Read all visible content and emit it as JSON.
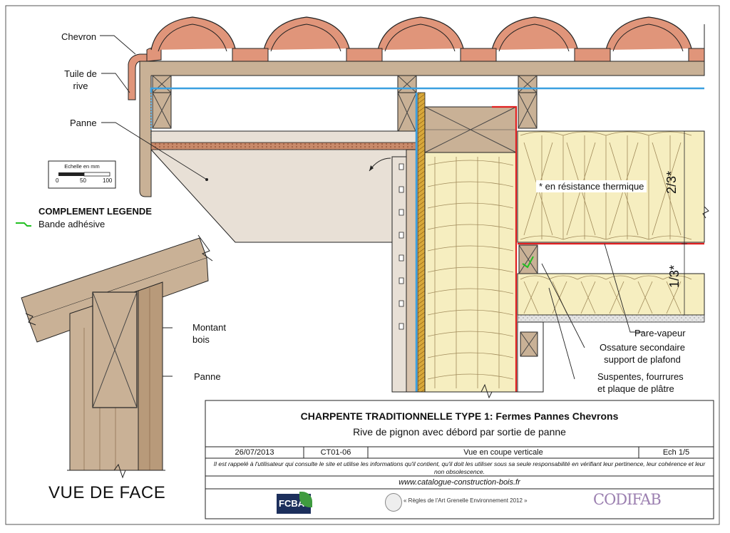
{
  "labels": {
    "chevron": "Chevron",
    "tuile_de_rive_1": "Tuile de",
    "tuile_de_rive_2": "rive",
    "panne_top": "Panne",
    "resistance": "* en résistance thermique",
    "ratio_2_3": "2/3*",
    "ratio_1_3": "1/3*",
    "complement_title": "COMPLEMENT LEGENDE",
    "bande_adhesive": "Bande adhésive",
    "montant_bois_1": "Montant",
    "montant_bois_2": "bois",
    "panne_face": "Panne",
    "pare_vapeur": "Pare-vapeur",
    "ossature_1": "Ossature secondaire",
    "ossature_2": "support de plafond",
    "suspentes_1": "Suspentes, fourrures",
    "suspentes_2": "et plaque de plâtre",
    "vue_de_face": "VUE DE FACE"
  },
  "scale": {
    "title": "Echelle en mm",
    "ticks": [
      "0",
      "50",
      "100"
    ]
  },
  "title_block": {
    "title": "CHARPENTE TRADITIONNELLE TYPE 1: Fermes Pannes Chevrons",
    "subtitle": "Rive de pignon avec débord par sortie de panne",
    "date": "26/07/2013",
    "ref": "CT01-06",
    "view": "Vue en coupe verticale",
    "scale": "Ech 1/5",
    "disclaimer": "Il est rappelé à l'utilisateur qui consulte le site et utilise les informations qu'il contient, qu'il doit les utiliser sous sa seule responsabilité en vérifiant leur pertinence, leur cohérence et leur non obsolescence.",
    "url": "www.catalogue-construction-bois.fr"
  },
  "logos": {
    "fcba": "FCBA",
    "regles": "« Règles de l'Art Grenelle Environnement 2012 »",
    "codifab": "CODIFAB"
  },
  "colors": {
    "wood": "#c9b196",
    "wood_dark": "#8a6a4a",
    "tile": "#e0957a",
    "insulation": "#f6eec0",
    "membrane_blue": "#3aa0e0",
    "vapour_red": "#e02020",
    "tape_green": "#22c022",
    "panel_grey": "#e8e0d6"
  }
}
